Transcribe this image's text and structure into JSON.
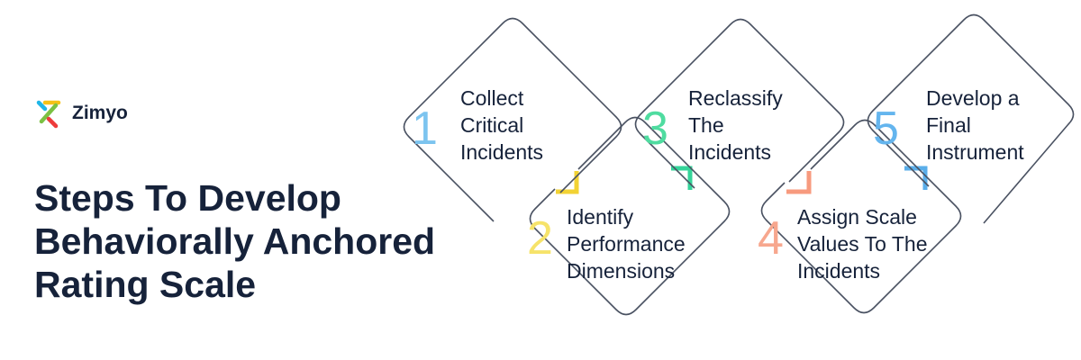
{
  "brand": {
    "name": "Zimyo"
  },
  "title_lines": [
    "Steps To Develop",
    "Behaviorally Anchored",
    "Rating Scale"
  ],
  "steps": [
    {
      "number": "1",
      "lines": [
        "Collect",
        "Critical",
        "Incidents"
      ],
      "color": "#7cc4ef"
    },
    {
      "number": "2",
      "lines": [
        "Identify",
        "Performance",
        "Dimensions"
      ],
      "color": "#f6e36a"
    },
    {
      "number": "3",
      "lines": [
        "Reclassify",
        "The",
        "Incidents"
      ],
      "color": "#4fdca0"
    },
    {
      "number": "4",
      "lines": [
        "Assign Scale",
        "Values To The",
        "Incidents"
      ],
      "color": "#f7a78e"
    },
    {
      "number": "5",
      "lines": [
        "Develop a",
        "Final",
        "Instrument"
      ],
      "color": "#64b5ee"
    }
  ],
  "connector_colors": [
    "#f2d233",
    "#35d49a",
    "#f79a7e",
    "#5aaeea"
  ],
  "colors": {
    "outline": "#4a5262",
    "text": "#16223a"
  }
}
